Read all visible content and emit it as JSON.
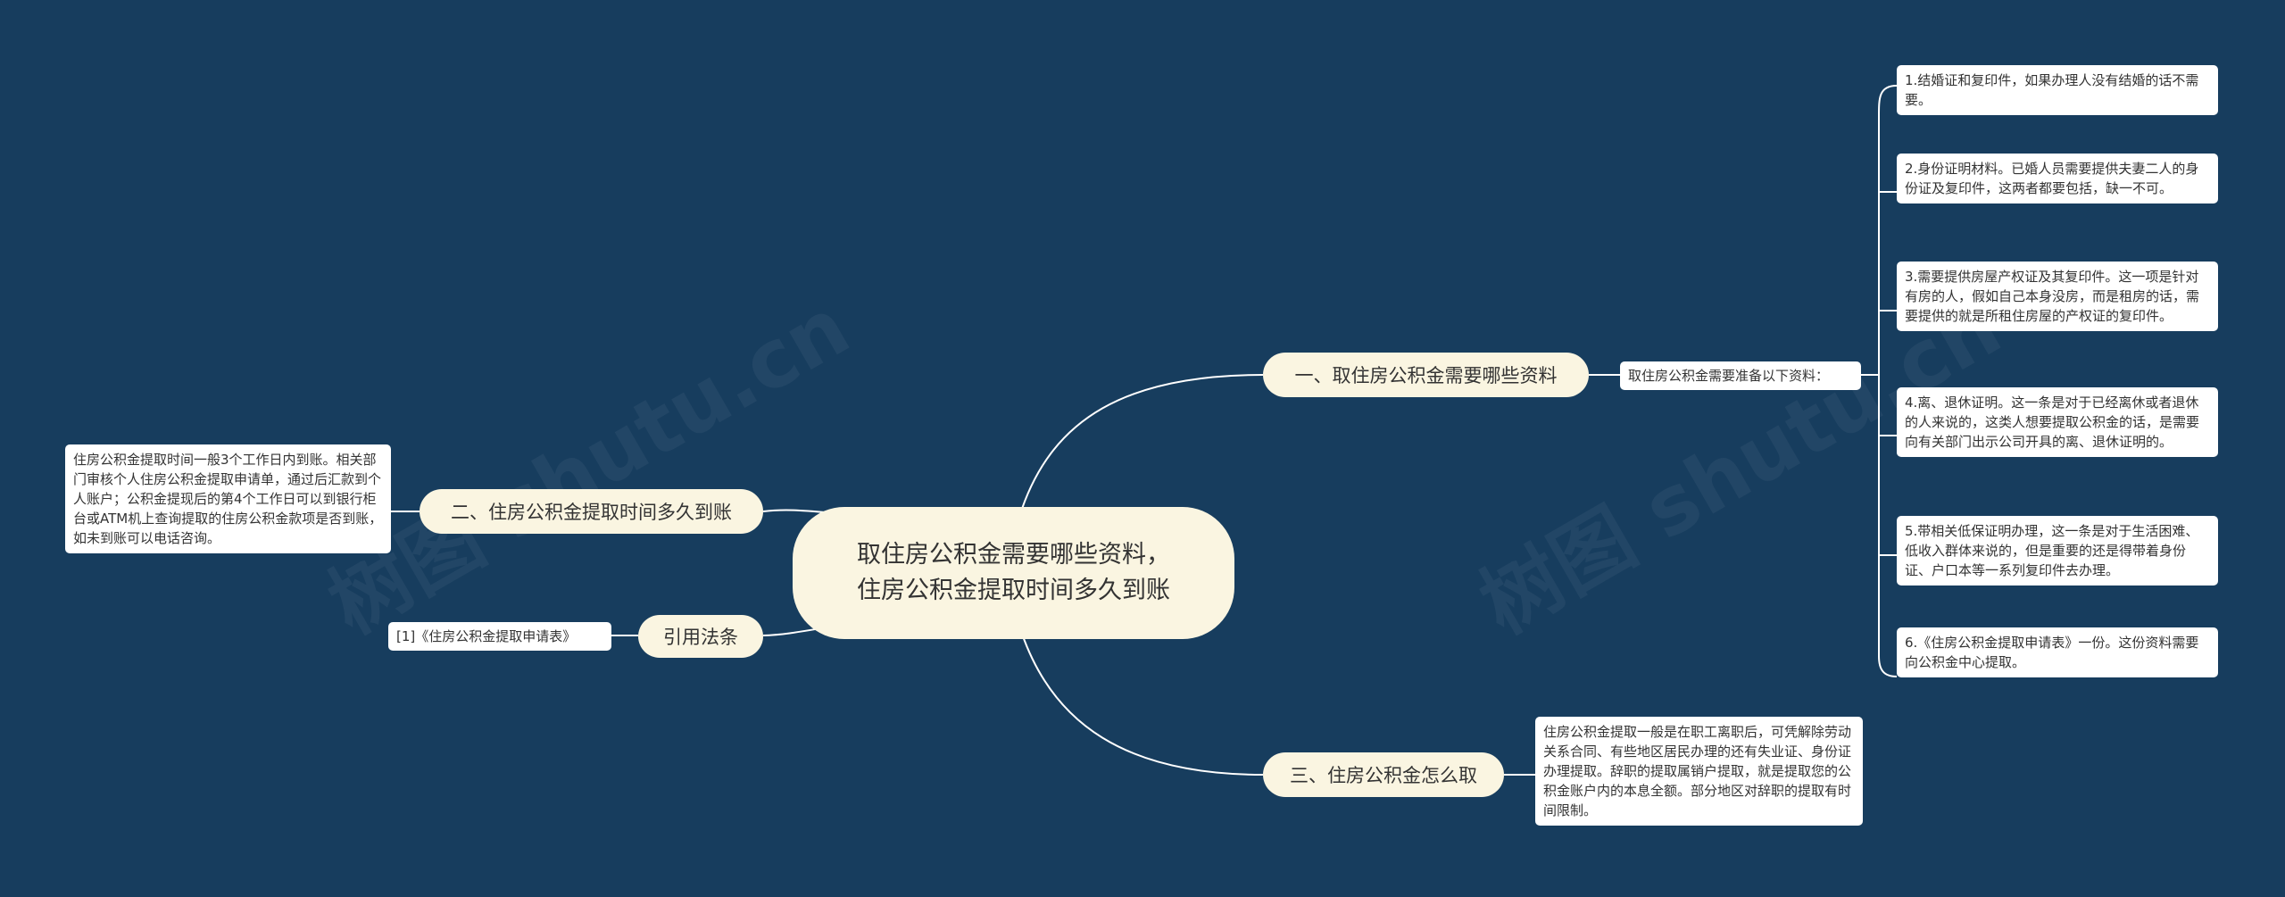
{
  "root": {
    "title": "取住房公积金需要哪些资料，住房公积金提取时间多久到账"
  },
  "branches": {
    "b1": {
      "label": "一、取住房公积金需要哪些资料"
    },
    "b2": {
      "label": "二、住房公积金提取时间多久到账"
    },
    "b3": {
      "label": "三、住房公积金怎么取"
    },
    "b4": {
      "label": "引用法条"
    }
  },
  "b1_intro": "取住房公积金需要准备以下资料：",
  "b1_items": [
    "1.结婚证和复印件，如果办理人没有结婚的话不需要。",
    "2.身份证明材料。已婚人员需要提供夫妻二人的身份证及复印件，这两者都要包括，缺一不可。",
    "3.需要提供房屋产权证及其复印件。这一项是针对有房的人，假如自己本身没房，而是租房的话，需要提供的就是所租住房屋的产权证的复印件。",
    "4.离、退休证明。这一条是对于已经离休或者退休的人来说的，这类人想要提取公积金的话，是需要向有关部门出示公司开具的离、退休证明的。",
    "5.带相关低保证明办理，这一条是对于生活困难、低收入群体来说的，但是重要的还是得带着身份证、户口本等一系列复印件去办理。",
    "6.《住房公积金提取申请表》一份。这份资料需要向公积金中心提取。"
  ],
  "b2_text": "住房公积金提取时间一般3个工作日内到账。相关部门审核个人住房公积金提取申请单，通过后汇款到个人账户；公积金提现后的第4个工作日可以到银行柜台或ATM机上查询提取的住房公积金款项是否到账，如未到账可以电话咨询。",
  "b3_text": "住房公积金提取一般是在职工离职后，可凭解除劳动关系合同、有些地区居民办理的还有失业证、身份证办理提取。辞职的提取属销户提取，就是提取您的公积金账户内的本息全额。部分地区对辞职的提取有时间限制。",
  "b4_text": "[1]《住房公积金提取申请表》",
  "colors": {
    "background": "#173d5e",
    "node_fill": "#faf5e1",
    "leaf_fill": "#ffffff",
    "connector": "#ffffff"
  }
}
